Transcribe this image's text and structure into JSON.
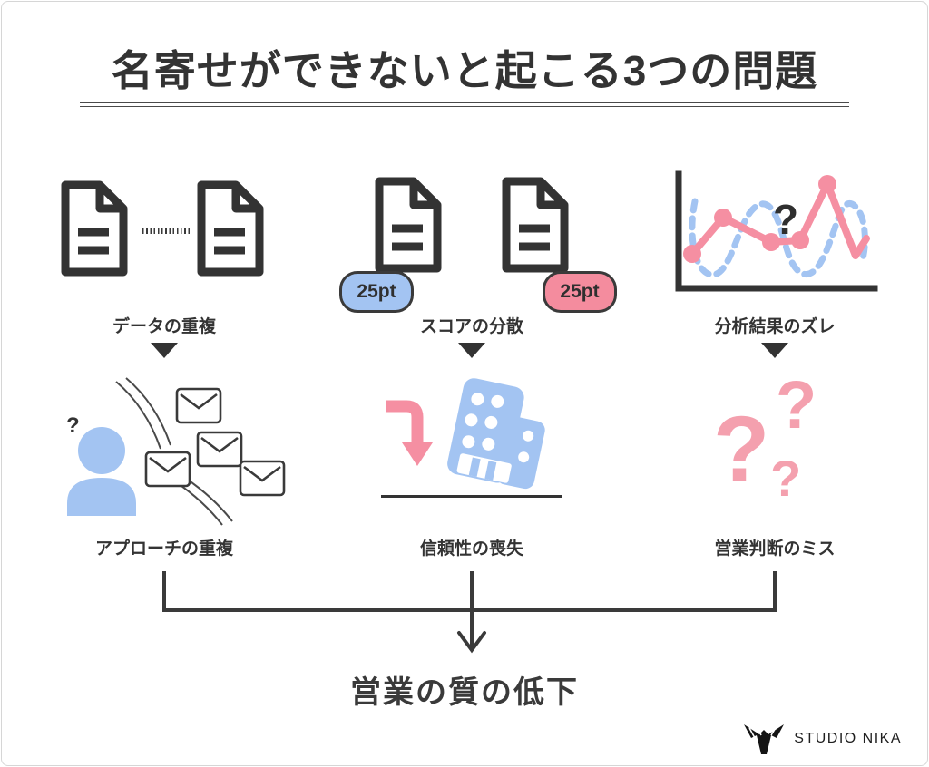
{
  "title": "名寄せができないと起こる3つの問題",
  "columns": [
    {
      "problem": "データの重複",
      "consequence": "アプローチの重複"
    },
    {
      "problem": "スコアの分散",
      "consequence": "信頼性の喪失",
      "badges": [
        {
          "text": "25pt",
          "color": "#a3c4f2"
        },
        {
          "text": "25pt",
          "color": "#f48c9e"
        }
      ]
    },
    {
      "problem": "分析結果のズレ",
      "consequence": "営業判断のミス"
    }
  ],
  "conclusion": "営業の質の低下",
  "brand": "STUDIO NIKA",
  "glyphs": {
    "question": "?"
  },
  "colors": {
    "dark": "#333333",
    "blue": "#a3c4f2",
    "pink": "#f58fa2",
    "pink_soft": "#f4a0ae"
  }
}
